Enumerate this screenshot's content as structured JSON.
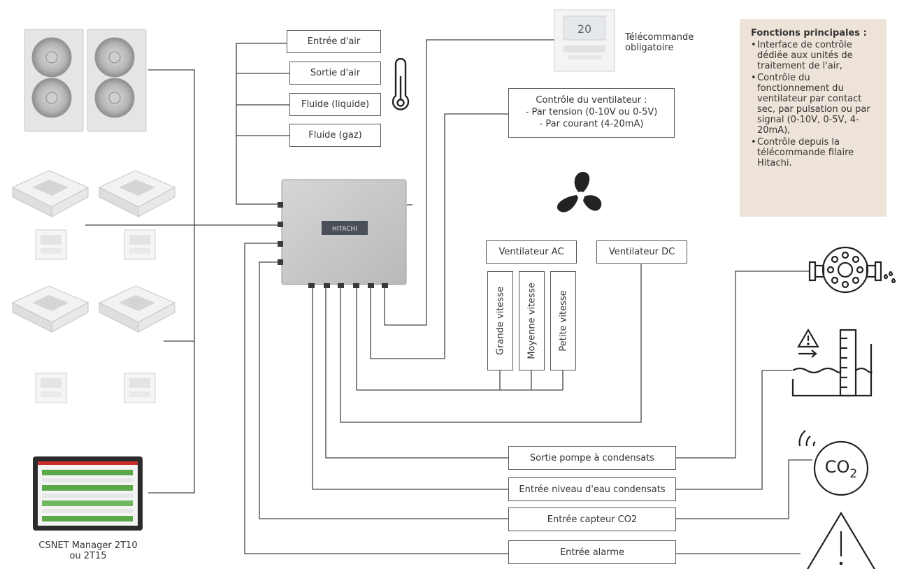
{
  "sensors": {
    "air_inlet": "Entrée d'air",
    "air_outlet": "Sortie d'air",
    "fluid_liquid": "Fluide (liquide)",
    "fluid_gas": "Fluide (gaz)"
  },
  "remote": {
    "label_line1": "Télécommande",
    "label_line2": "obligatoire",
    "display_value": "20"
  },
  "fan_control": {
    "title": "Contrôle du ventilateur :",
    "line1": "- Par tension (0-10V ou 0-5V)",
    "line2": "- Par courant (4-20mA)"
  },
  "fans": {
    "ac": "Ventilateur AC",
    "dc": "Ventilateur DC",
    "speed_high": "Grande vitesse",
    "speed_medium": "Moyenne vitesse",
    "speed_low": "Petite vitesse"
  },
  "io": {
    "condensate_pump": "Sortie pompe à condensats",
    "water_level": "Entrée niveau d'eau condensats",
    "co2_sensor": "Entrée capteur CO2",
    "alarm": "Entrée alarme"
  },
  "co2_symbol": "CO",
  "co2_subscript": "2",
  "controller_brand": "HITACHI",
  "csnet": {
    "line1": "CSNET Manager 2T10",
    "line2": "ou 2T15"
  },
  "info_panel": {
    "title": "Fonctions principales :",
    "items": [
      "Interface de contrôle dédiée aux unités de traitement de l'air,",
      "Contrôle du fonctionnement du ventilateur par contact sec, par pulsation ou par signal (0-10V, 0-5V, 4-20mA),",
      "Contrôle depuis la télécommande filaire Hitachi."
    ]
  },
  "colors": {
    "line": "#444444",
    "panel_bg": "#eee3d8",
    "fan": "#222222",
    "accent_green": "#5aa84a",
    "accent_red": "#c9302c"
  }
}
